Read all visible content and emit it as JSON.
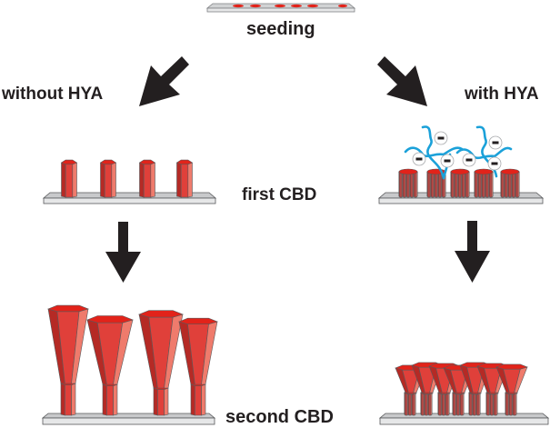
{
  "diagram": {
    "labels": {
      "seeding": "seeding",
      "without": "without HYA",
      "with": "with HYA",
      "first": "first CBD",
      "second": "second CBD"
    },
    "icons": {
      "charge": "minus-sign"
    },
    "colors": {
      "rod_front": "#e0403a",
      "rod_dark": "#b52a25",
      "rod_light": "#ef7b6c",
      "rod_top": "#e2231a",
      "substrate_face": "#e6e7e8",
      "substrate_top": "#c8c9cb",
      "outline": "#58595b",
      "arrow": "#231f20",
      "polymer": "#1ba1d9",
      "text": "#231f20"
    }
  }
}
